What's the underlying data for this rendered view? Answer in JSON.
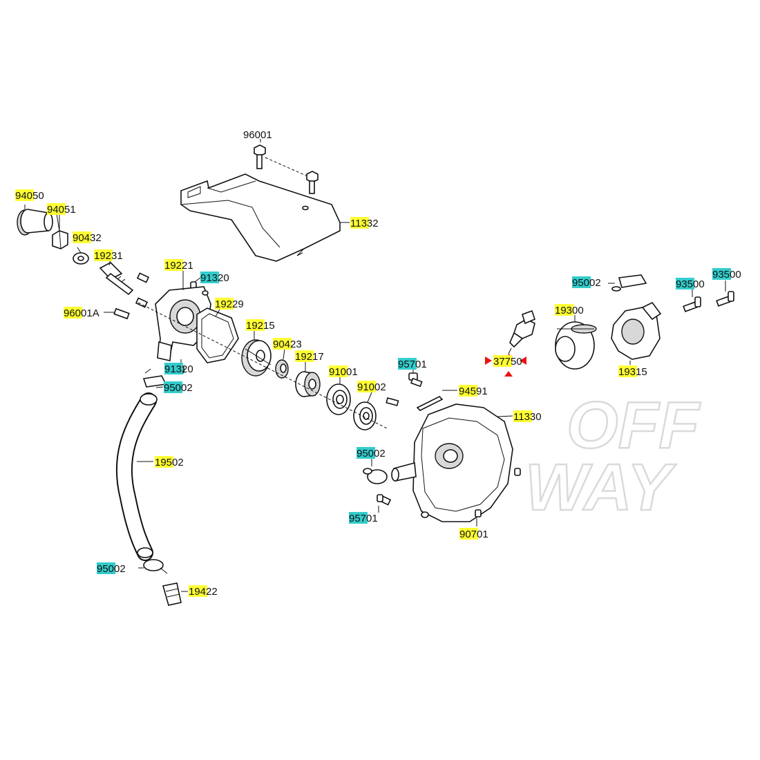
{
  "colors": {
    "highlight_yellow": "#ffff33",
    "highlight_cyan": "#33cccc",
    "marker_red": "#ee1111",
    "watermark_gray": "#e6e6e6"
  },
  "watermark": {
    "line1": "OFF",
    "line2": "WAY"
  },
  "parts": [
    {
      "id": "p96001",
      "label": "96001"
    },
    {
      "id": "p11332",
      "label": "11332"
    },
    {
      "id": "p94050",
      "label": "94050"
    },
    {
      "id": "p94051",
      "label": "94051"
    },
    {
      "id": "p90432",
      "label": "90432"
    },
    {
      "id": "p19231",
      "label": "19231"
    },
    {
      "id": "p19221",
      "label": "19221"
    },
    {
      "id": "p91320a",
      "label": "91320"
    },
    {
      "id": "p19229",
      "label": "19229"
    },
    {
      "id": "p96001A",
      "label": "96001A"
    },
    {
      "id": "p19215",
      "label": "19215"
    },
    {
      "id": "p90423",
      "label": "90423"
    },
    {
      "id": "p91320b",
      "label": "91320"
    },
    {
      "id": "p19217",
      "label": "19217"
    },
    {
      "id": "p95002a",
      "label": "95002"
    },
    {
      "id": "p91001",
      "label": "91001"
    },
    {
      "id": "p95701a",
      "label": "95701"
    },
    {
      "id": "p91002",
      "label": "91002"
    },
    {
      "id": "p94591",
      "label": "94591"
    },
    {
      "id": "p37750",
      "label": "37750"
    },
    {
      "id": "p11330",
      "label": "11330"
    },
    {
      "id": "p19502",
      "label": "19502"
    },
    {
      "id": "p95002b",
      "label": "95002"
    },
    {
      "id": "p95701b",
      "label": "95701"
    },
    {
      "id": "p90701",
      "label": "90701"
    },
    {
      "id": "p95002c",
      "label": "95002"
    },
    {
      "id": "p19422",
      "label": "19422"
    },
    {
      "id": "p95002d",
      "label": "95002"
    },
    {
      "id": "p93500a",
      "label": "93500"
    },
    {
      "id": "p93500b",
      "label": "93500"
    },
    {
      "id": "p19300",
      "label": "19300"
    },
    {
      "id": "p19315",
      "label": "19315"
    }
  ]
}
